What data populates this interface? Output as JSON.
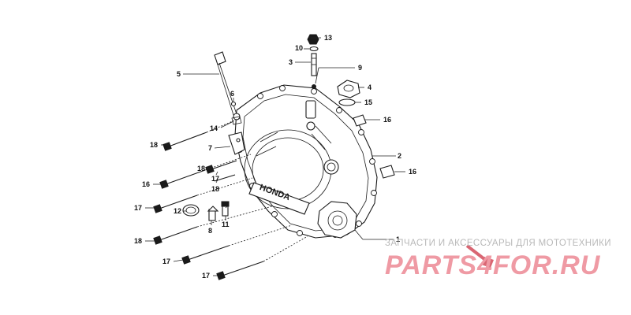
{
  "callouts": [
    {
      "num": "13"
    },
    {
      "num": "10"
    },
    {
      "num": "3"
    },
    {
      "num": "9"
    },
    {
      "num": "5"
    },
    {
      "num": "4"
    },
    {
      "num": "15"
    },
    {
      "num": "6"
    },
    {
      "num": "16"
    },
    {
      "num": "14"
    },
    {
      "num": "18"
    },
    {
      "num": "7"
    },
    {
      "num": "2"
    },
    {
      "num": "18"
    },
    {
      "num": "16"
    },
    {
      "num": "17"
    },
    {
      "num": "16"
    },
    {
      "num": "18"
    },
    {
      "num": "17"
    },
    {
      "num": "12"
    },
    {
      "num": "8"
    },
    {
      "num": "11"
    },
    {
      "num": "18"
    },
    {
      "num": "1"
    },
    {
      "num": "17"
    },
    {
      "num": "17"
    }
  ],
  "cover_embossing": "HONDA",
  "watermark": {
    "tagline": "ЗАПЧАСТИ И АКСЕССУАРЫ ДЛЯ МОТОТЕХНИКИ",
    "logo": "PARTS4FOR.RU"
  }
}
